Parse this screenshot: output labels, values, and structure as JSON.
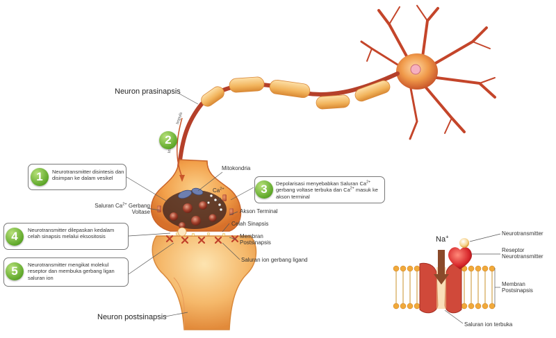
{
  "labels": {
    "neuron_prasinapsis": "Neuron prasinapsis",
    "neuron_postsinapsis": "Neuron postsinapsis",
    "mitokondria": "Mitokondria",
    "ca_ion": "Ca",
    "ca_charge": "2+",
    "saluran_ca_gerbang": "Saluran Ca",
    "saluran_ca_gerbang_sup": "2+",
    "saluran_ca_gerbang_rest": " Gerbang",
    "voltase": "Voltase",
    "akson_terminal": "Akson Terminal",
    "celah_sinapsis": "Celah Sinapsis",
    "membran_postsinapsis_1": "Membran",
    "membran_postsinapsis_2": "Postsinapsis",
    "saluran_ion_gerbang_ligand": "Saluran ion gerbang ligand",
    "impuls_1": "Impuls",
    "impuls_2": "Impuls"
  },
  "steps": [
    {
      "number": "1",
      "text": "Neurotransmitter disintesis dan disimpan ke dalam vesikel"
    },
    {
      "number": "2",
      "text": ""
    },
    {
      "number": "3",
      "text_1": "Depolarisasi menyebabkan Saluran Ca",
      "sup_1": "2+",
      "text_2": " gerbang voltase terbuka dan Ca",
      "sup_2": "2+",
      "text_3": " masuk ke akson terminal"
    },
    {
      "number": "4",
      "text": "Neurotransmitter dilepaskan kedalam celah sinapsis melalui eksositosis"
    },
    {
      "number": "5",
      "text": "Neurotransmitter mengikat molekul reseptor dan membuka gerbang ligan saluran ion"
    }
  ],
  "inset": {
    "na_ion": "Na",
    "na_charge": "+",
    "neurotransmitter": "Neurotransmitter",
    "reseptor_1": "Reseptor",
    "reseptor_2": "Neurotransmitter",
    "membran_1": "Membran",
    "membran_2": "Postsinapsis",
    "saluran_terbuka": "Saluran ion terbuka"
  },
  "colors": {
    "axon_red": "#b5402a",
    "myelin": "#f3b96a",
    "terminal_orange": "#f39a3a",
    "vesicle": "#9a3b28",
    "step_green": "#5fa82a",
    "membrane_tan": "#d9a35a",
    "receptor_red": "#d7262a"
  }
}
